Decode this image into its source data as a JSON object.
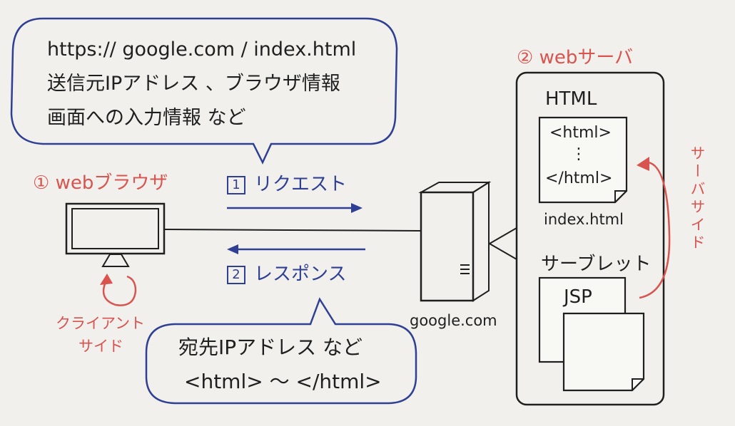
{
  "request_bubble": {
    "lines": [
      "https:// google.com / index.html",
      "送信元IPアドレス 、ブラウザ情報",
      "画面への入力情報  など"
    ]
  },
  "response_bubble": {
    "lines": [
      "宛先IPアドレス など",
      "<html> 〜 </html>"
    ]
  },
  "browser": {
    "label": "① webブラウザ"
  },
  "client_side": {
    "label_line1": "クライアント",
    "label_line2": "サイド"
  },
  "request": {
    "number": "1",
    "label": "リクエスト"
  },
  "response": {
    "number": "2",
    "label": "レスポンス"
  },
  "server": {
    "domain": "google.com"
  },
  "web_server": {
    "title": "② webサーバ",
    "html_title": "HTML",
    "html_open": "<html>",
    "html_dots": "⋮",
    "html_close": "</html>",
    "file_name": "index.html",
    "servlet_title": "サーブレット",
    "jsp_label": "JSP"
  },
  "server_side": {
    "label": "サーバサイド"
  },
  "colors": {
    "ink": "#1f1f1f",
    "red": "#d9534f",
    "blue": "#2f3f93"
  }
}
